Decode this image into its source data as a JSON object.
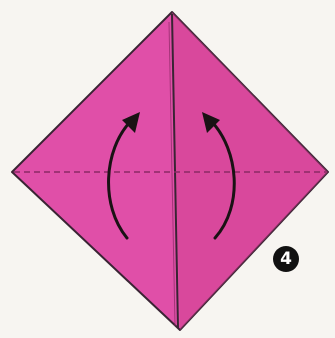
{
  "diagram": {
    "step_number": "4",
    "colors": {
      "background": "#f7f5f1",
      "paper_fill": "#e04fa8",
      "paper_shade": "#d0408f",
      "outline": "#3a2434",
      "fold_line": "#8a2a64",
      "arrow": "#1a1214",
      "badge": "#111111"
    },
    "shapes": [
      {
        "name": "square-paper",
        "kind": "diamond"
      },
      {
        "name": "center-crease",
        "kind": "vertical-line"
      },
      {
        "name": "horizontal-fold-line",
        "kind": "dashed-line"
      },
      {
        "name": "left-fold-arrow",
        "kind": "curved-arrow",
        "direction": "up"
      },
      {
        "name": "right-fold-arrow",
        "kind": "curved-arrow",
        "direction": "up"
      }
    ]
  }
}
